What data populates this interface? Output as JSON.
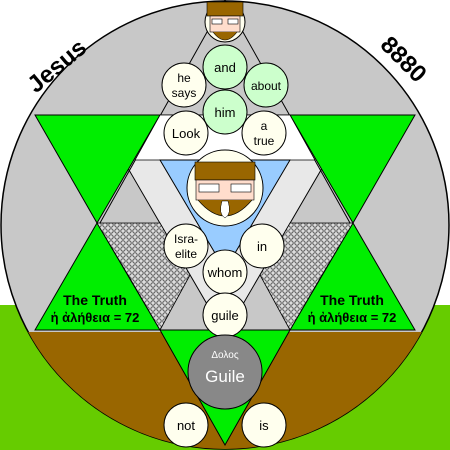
{
  "labels": {
    "jesus": "Jesus",
    "number": "8880",
    "truth_left_title": "The Truth",
    "truth_left_greek": "ἡ ἀλήθεια = 72",
    "truth_right_title": "The Truth",
    "truth_right_greek": "ἡ ἀλήθεια = 72",
    "guile_greek": "Δολος",
    "guile": "Guile"
  },
  "words": {
    "and": "and",
    "he": "he",
    "says": "says",
    "about": "about",
    "him": "him",
    "look": "Look",
    "a": "a",
    "true": "true",
    "isra": "Isra-",
    "elite": "elite",
    "in": "in",
    "whom": "whom",
    "guile_small": "guile",
    "not": "not",
    "is": "is"
  },
  "colors": {
    "big_circle": "#c8c8c8",
    "triangle_white": "#e8e8e8",
    "green": "#00ee00",
    "lime": "#66cc00",
    "olive": "#996600",
    "blue": "#99ccff",
    "bubble": "#ffffee",
    "bubble_green": "#ccffcc",
    "guile_circle": "#888888",
    "mesh": "#888888"
  }
}
